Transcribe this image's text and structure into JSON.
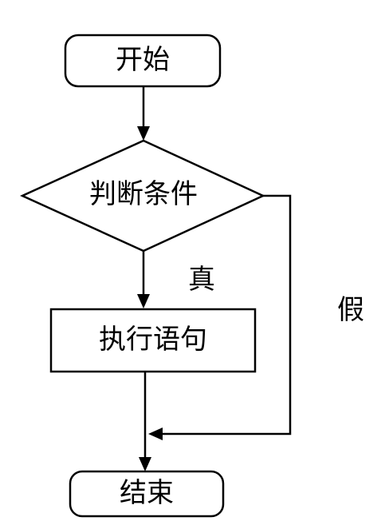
{
  "nodes": {
    "start": {
      "label": "开始",
      "shape": "rounded-rectangle"
    },
    "condition": {
      "label": "判断条件",
      "shape": "diamond"
    },
    "action": {
      "label": "执行语句",
      "shape": "rectangle"
    },
    "end": {
      "label": "结束",
      "shape": "rounded-rectangle"
    }
  },
  "edges": {
    "true_label": "真",
    "false_label": "假"
  },
  "colors": {
    "stroke": "#000000",
    "background": "#ffffff"
  }
}
